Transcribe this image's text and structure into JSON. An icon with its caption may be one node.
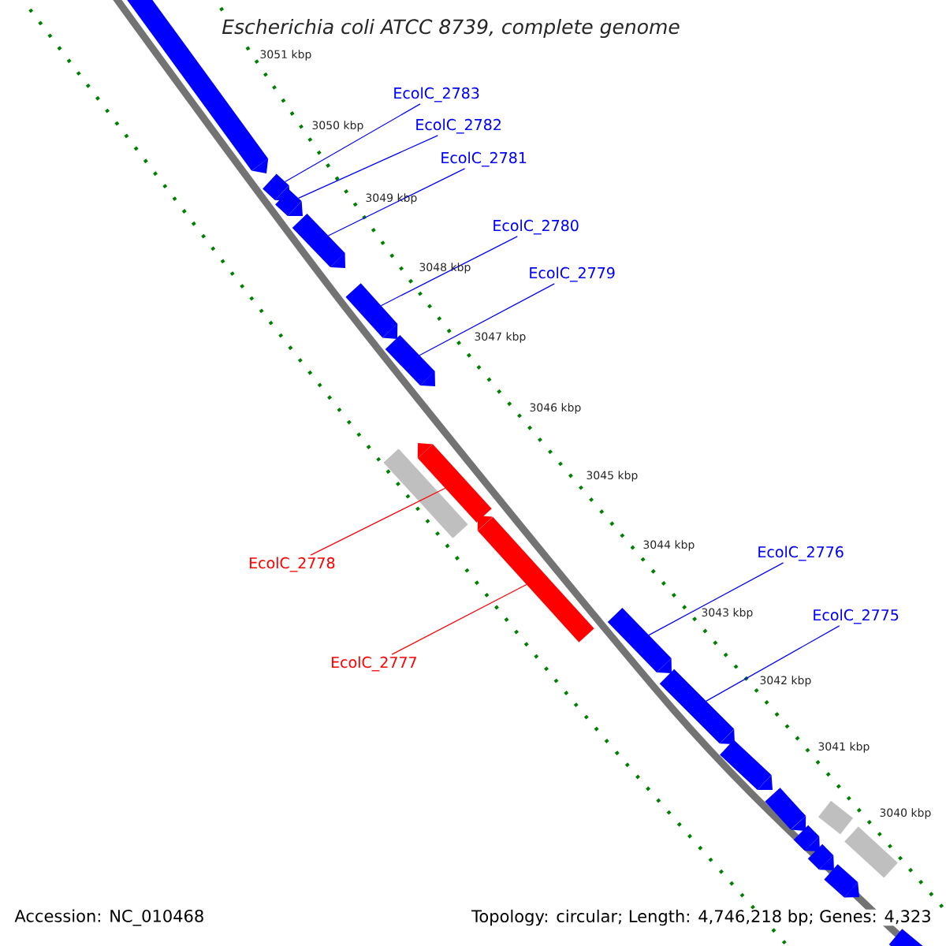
{
  "diagram": {
    "title": "Escherichia coli ATCC 8739, complete genome",
    "nodes": [
      {
        "text": [
          "EcolC_2783"
        ]
      },
      {
        "text": [
          "EcolC_2782"
        ]
      },
      {
        "text": [
          "EcolC_2781"
        ]
      },
      {
        "text": [
          "EcolC_2780"
        ]
      },
      {
        "text": [
          "EcolC_2779"
        ]
      },
      {
        "text": [
          "EcolC_2778"
        ]
      },
      {
        "text": [
          "EcolC_2777"
        ]
      },
      {
        "text": [
          "EcolC_2776"
        ]
      },
      {
        "text": [
          "EcolC_2775"
        ]
      },
      {
        "text": [],
        "shape": "arrow"
      },
      {
        "text": [],
        "shape": "arrow"
      },
      {
        "text": [],
        "shape": "arrow"
      },
      {
        "text": [],
        "shape": "arrow"
      },
      {
        "text": [],
        "shape": "arrow"
      },
      {
        "text": [],
        "shape": "arrow"
      },
      {
        "text": [],
        "shape": "bar"
      },
      {
        "text": [],
        "shape": "arrow"
      },
      {
        "text": [],
        "shape": "arrow"
      },
      {
        "text": [],
        "shape": "arrow"
      },
      {
        "text": [],
        "shape": "arrow"
      },
      {
        "text": [],
        "shape": "arrow"
      },
      {
        "text": [],
        "shape": "arrow"
      },
      {
        "text": [],
        "shape": "arrow"
      },
      {
        "text": [],
        "shape": "arrow"
      },
      {
        "text": [],
        "shape": "bar"
      },
      {
        "text": [],
        "shape": "bar"
      },
      {
        "text": [],
        "shape": "arrow"
      },
      {
        "text": [],
        "shape": "arrow"
      }
    ],
    "edges": [
      {
        "from": 0,
        "to": 10,
        "arrow": "none"
      },
      {
        "from": 1,
        "to": 11,
        "arrow": "none"
      },
      {
        "from": 2,
        "to": 12,
        "arrow": "none"
      },
      {
        "from": 3,
        "to": 13,
        "arrow": "none"
      },
      {
        "from": 4,
        "to": 14,
        "arrow": "none"
      },
      {
        "from": 5,
        "to": 16,
        "arrow": "none",
        "color": "#ff0000"
      },
      {
        "from": 6,
        "to": 17,
        "arrow": "none",
        "color": "#ff0000"
      },
      {
        "from": 7,
        "to": 18,
        "arrow": "none"
      },
      {
        "from": 8,
        "to": 19,
        "arrow": "none"
      }
    ],
    "labels": [
      "3051 kbp",
      "3050 kbp",
      "3049 kbp",
      "3048 kbp",
      "3047 kbp",
      "3046 kbp",
      "3045 kbp",
      "3044 kbp",
      "3043 kbp",
      "3042 kbp",
      "3041 kbp",
      "3040 kbp",
      "Accession: NC_010468",
      "Topology: circular; Length: 4,746,218 bp; Genes: 4,323"
    ]
  }
}
